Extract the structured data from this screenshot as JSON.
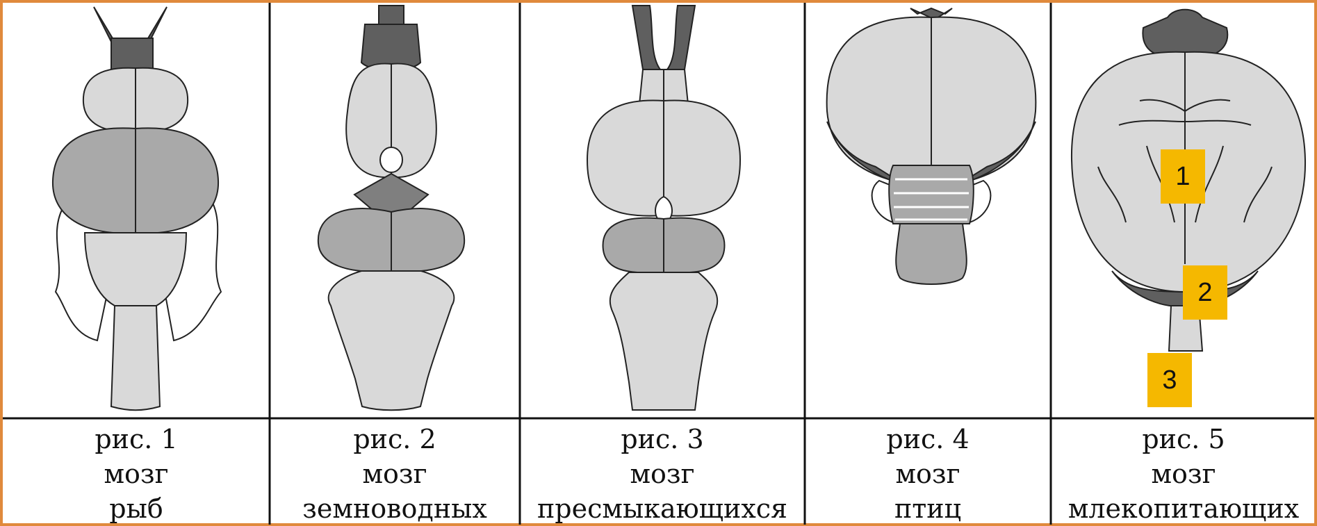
{
  "panels": [
    {
      "fig": "рис. 1",
      "word": "мозг",
      "animal": "рыб"
    },
    {
      "fig": "рис. 2",
      "word": "мозг",
      "animal": "земноводных"
    },
    {
      "fig": "рис. 3",
      "word": "мозг",
      "animal": "пресмыкающихся"
    },
    {
      "fig": "рис. 4",
      "word": "мозг",
      "animal": "птиц"
    },
    {
      "fig": "рис. 5",
      "word": "мозг",
      "animal": "млекопитающих"
    }
  ],
  "markers": [
    "1",
    "2",
    "3"
  ],
  "colors": {
    "frame": "#e08a3c",
    "grid": "#111111",
    "light": "#d9d9d9",
    "medium": "#a9a9a9",
    "dark": "#5f5f5f",
    "marker": "#f5b800"
  }
}
